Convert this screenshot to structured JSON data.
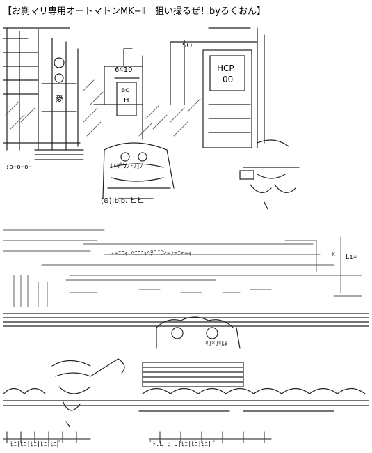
{
  "title": "【お刹マリ専用オートマトンMK−Ⅱ　狙い撮るぜ！byろくおん】",
  "labels": {
    "shop_sign": "SO",
    "building_number": "6410",
    "ac_sign_1": "ac",
    "ac_sign_2": "H",
    "hcp_sign_1": "HCP",
    "hcp_sign_2": "00",
    "love_sign": "愛",
    "mid_character_text": "(Θ)!bib.  ヒヒ!"
  },
  "fragments": {
    "left_bench": ":o−o−o−",
    "crowd_face": "ﾙ(ﾘﾞ∀ﾉﾄﾜ]ﾉ",
    "face_right": "ﾘﾘ*ﾘﾘﾙﾇ",
    "rail_a": "ｨ−ﾆﾆｨ ﾍﾆﾆﾆｨﾍｦ¯¯＞−ｧ=ﾆ<−ｨ",
    "corner_right": "Li=",
    "k_mark": "K",
    "bottom_left": "ﾋﾆ|ﾋﾆ|ﾋﾆ|ﾋﾆ|ﾋﾆ|ﾞ",
    "bottom_right": "ﾞﾄ.L|ﾋ.L|ﾋﾆ|ﾋﾆ|ﾋﾆ| ﾞ"
  }
}
